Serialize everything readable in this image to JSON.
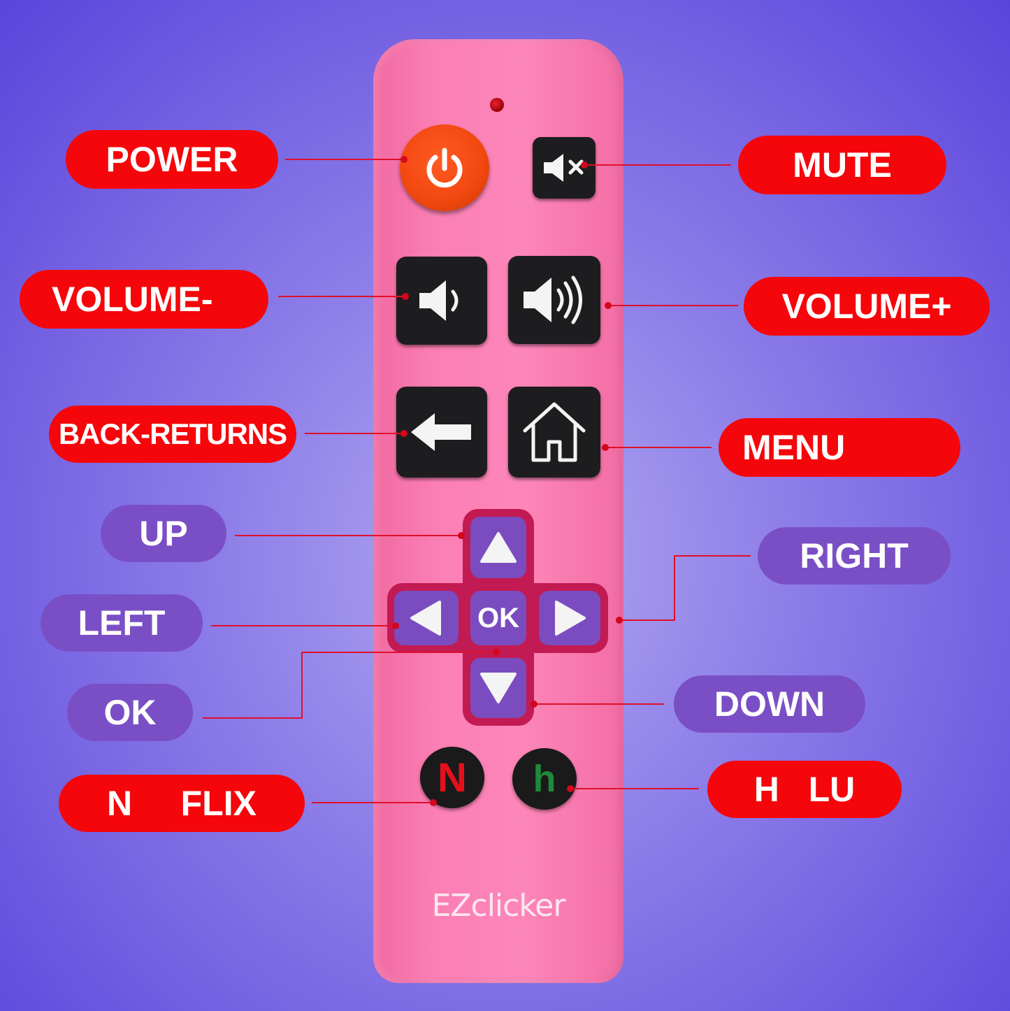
{
  "brand": "EZclicker",
  "colors": {
    "background": "#6a55e0",
    "remote_body": "#fb7fb4",
    "label_red": "#f5060a",
    "label_purple": "#7a4fc6",
    "power_button": "#f1480f",
    "dpad_button": "#7a4cc0",
    "leader_line": "#e0102a"
  },
  "labels": {
    "power": "POWER",
    "mute": "MUTE",
    "volume_down": "VOLUME-",
    "volume_up": "VOLUME+",
    "back": "BACK-RETURNS",
    "menu": "MENU",
    "up": "UP",
    "right": "RIGHT",
    "left": "LEFT",
    "down": "DOWN",
    "ok": "OK",
    "netflix": "N     FLIX",
    "hulu": "H   LU"
  },
  "buttons": {
    "ok": "OK",
    "netflix": "N",
    "hulu": "h"
  },
  "icons": {
    "power": "power-icon",
    "mute": "speaker-mute-icon",
    "volume_down": "speaker-low-icon",
    "volume_up": "speaker-high-icon",
    "back": "arrow-left-icon",
    "menu": "home-icon",
    "up": "triangle-up-icon",
    "down": "triangle-down-icon",
    "left": "triangle-left-icon",
    "right": "triangle-right-icon"
  }
}
